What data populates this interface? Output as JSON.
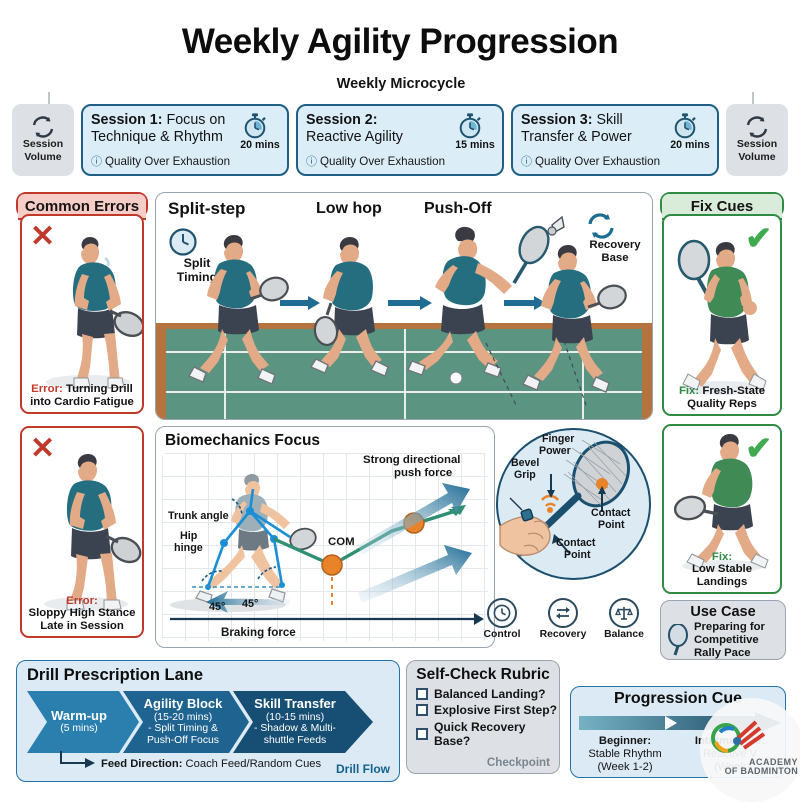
{
  "title": "Weekly Agility Progression",
  "microcycle": {
    "label": "Weekly Microcycle"
  },
  "volume_left": {
    "icon": "recycle-arrows-icon",
    "line1": "Session",
    "line2": "Volume"
  },
  "volume_right": {
    "icon": "recycle-arrows-icon",
    "line1": "Session",
    "line2": "Volume"
  },
  "sessions": [
    {
      "label": "Session 1:",
      "topic": "Focus on Technique & Rhythm",
      "note": "Quality Over Exhaustion",
      "duration": "20 mins",
      "icon": "stopwatch-icon"
    },
    {
      "label": "Session 2:",
      "topic": "Reactive Agility",
      "note": "Quality Over Exhaustion",
      "duration": "15 mins",
      "icon": "stopwatch-icon"
    },
    {
      "label": "Session 3:",
      "topic": "Skill Transfer & Power",
      "note": "Quality Over Exhaustion",
      "duration": "20 mins",
      "icon": "stopwatch-icon"
    }
  ],
  "common_errors": {
    "heading": "Common Errors",
    "accent": "#c0392b",
    "items": [
      {
        "mark": "x-mark-icon",
        "lead": "Error:",
        "text": " Turning Drill into Cardio Fatigue"
      },
      {
        "mark": "x-mark-icon",
        "lead": "Error:",
        "text": "Sloppy High Stance Late in Session"
      }
    ]
  },
  "fix_cues": {
    "heading": "Fix Cues",
    "accent": "#2e8b44",
    "items": [
      {
        "mark": "check-mark-icon",
        "lead": "Fix:",
        "text": " Fresh-State Quality Reps"
      },
      {
        "mark": "check-mark-icon",
        "lead": "Fix:",
        "text": "Low Stable Landings"
      }
    ]
  },
  "sequence": {
    "steps": [
      "Split-step",
      "Low hop",
      "Push-Off"
    ],
    "split_timing": {
      "icon": "clock-icon",
      "line1": "Split",
      "line2": "Timing"
    },
    "recovery": {
      "icon": "recovery-loop-icon",
      "line1": "Recovery",
      "line2": "Base"
    },
    "shuttle": "shuttlecock-icon"
  },
  "biomechanics": {
    "title": "Biomechanics Focus",
    "labels": {
      "trunk_angle": "Trunk angle",
      "hip_hinge": "Hip\nhinge",
      "hip_hinge_l1": "Hip",
      "hip_hinge_l2": "hinge",
      "angle_left": "45°",
      "angle_right": "45°",
      "braking": "Braking force",
      "push_l1": "Strong directional",
      "push_l2": "push force",
      "com": "COM"
    }
  },
  "grip": {
    "finger_power_l1": "Finger",
    "finger_power_l2": "Power",
    "bevel_l1": "Bevel",
    "bevel_l2": "Grip",
    "contact_right_l1": "Contact",
    "contact_right_l2": "Point",
    "contact_bottom_l1": "Contact",
    "contact_bottom_l2": "Point"
  },
  "mini_icons": [
    {
      "icon": "clock-icon",
      "label": "Control"
    },
    {
      "icon": "two-way-arrows-icon",
      "label": "Recovery"
    },
    {
      "icon": "scales-icon",
      "label": "Balance"
    }
  ],
  "use_case": {
    "title": "Use Case",
    "icon": "racket-icon",
    "text": "Preparing for Competitive Rally Pace"
  },
  "drill_lane": {
    "title": "Drill Prescription Lane",
    "stages": [
      {
        "name": "Warm-up",
        "detail": "(5 mins)",
        "detail2": "",
        "color": "#2a7faf"
      },
      {
        "name": "Agility Block",
        "detail": "(15-20 mins)",
        "detail2": "- Split Timing & Push-Off Focus",
        "color": "#1f6390"
      },
      {
        "name": "Skill Transfer",
        "detail": "(10-15 mins)",
        "detail2": "- Shadow & Multi-shuttle Feeds",
        "color": "#174e73"
      }
    ],
    "feed_lead": "Feed Direction:",
    "feed_text": " Coach Feed/Random Cues",
    "flow_label": "Drill Flow"
  },
  "rubric": {
    "title": "Self-Check Rubric",
    "items": [
      "Balanced Landing?",
      "Explosive First Step?",
      "Quick Recovery Base?"
    ],
    "footer": "Checkpoint"
  },
  "progression": {
    "title": "Progression Cue",
    "stages": [
      {
        "lead": "Beginner:",
        "l2": "Stable Rhythm",
        "l3": "(Week 1-2)"
      },
      {
        "lead": "Intermediate:",
        "l2": "Reactive V",
        "l3": "(Week"
      }
    ]
  },
  "logo": {
    "l1": "ACADEMY",
    "l2": "OF BADMINTON"
  },
  "colors": {
    "title": "#0d0d0d",
    "session_fill": "#dbedf7",
    "session_border": "#1f5f85",
    "error": "#c0392b",
    "fix": "#2e8b44",
    "panel_border": "#9aa4ae",
    "court_green": "#5b9481",
    "court_wood": "#b5733f",
    "drill_blue": "#2272a8",
    "grey_fill": "#dde1e6",
    "orange": "#e8832a",
    "teal": "#2e8f73"
  }
}
